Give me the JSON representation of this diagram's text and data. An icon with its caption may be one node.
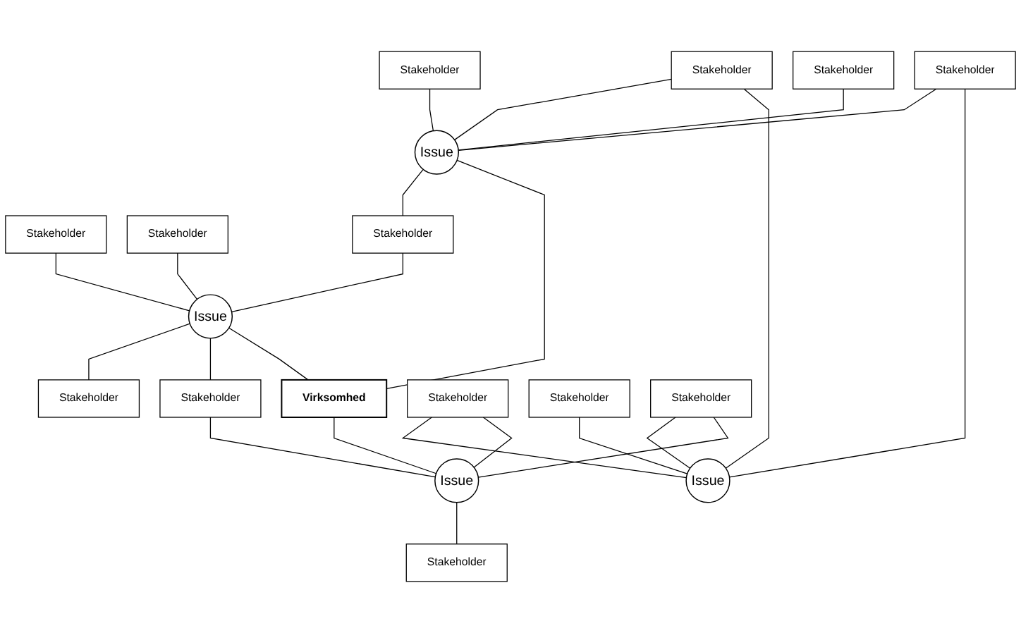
{
  "diagram": {
    "nodes": [
      {
        "text": [
          "Stakeholder"
        ]
      },
      {
        "text": [
          "Stakeholder"
        ]
      },
      {
        "text": [
          "Stakeholder"
        ]
      },
      {
        "text": [
          "Issue"
        ]
      },
      {
        "text": [
          "Stakeholder"
        ]
      },
      {
        "text": [
          "Stakeholder"
        ]
      },
      {
        "text": [
          "Issue"
        ]
      },
      {
        "text": [
          "Stakeholder"
        ]
      },
      {
        "text": [
          "Virksomhed"
        ]
      },
      {
        "text": [
          "Stakeholder"
        ]
      },
      {
        "text": [
          "Stakeholder"
        ]
      },
      {
        "text": [
          "Stakeholder"
        ]
      },
      {
        "text": [
          "Stakeholder"
        ]
      },
      {
        "text": [
          "Issue"
        ]
      },
      {
        "text": [
          "Issue"
        ]
      },
      {
        "text": [
          "Stakeholder"
        ]
      },
      {
        "text": [
          "Stakeholder"
        ]
      },
      {
        "text": [
          "Stakeholder"
        ]
      }
    ],
    "edges": [
      {
        "from": 2,
        "to": 6,
        "arrow": "none"
      },
      {
        "from": 4,
        "to": 6,
        "arrow": "none"
      },
      {
        "from": 6,
        "to": 5,
        "arrow": "none"
      },
      {
        "from": 5,
        "to": 3,
        "arrow": "none"
      },
      {
        "from": 0,
        "to": 3,
        "arrow": "none"
      },
      {
        "from": 1,
        "to": 3,
        "arrow": "none"
      },
      {
        "from": 3,
        "to": 7,
        "arrow": "none"
      },
      {
        "from": 3,
        "to": 11,
        "arrow": "none"
      },
      {
        "from": 11,
        "to": 14,
        "arrow": "none"
      },
      {
        "from": 6,
        "to": 8,
        "arrow": "none"
      },
      {
        "from": 3,
        "to": 8,
        "arrow": "none"
      },
      {
        "from": 8,
        "to": 14,
        "arrow": "none"
      },
      {
        "from": 9,
        "to": 6,
        "arrow": "none"
      },
      {
        "from": 9,
        "to": 13,
        "arrow": "none"
      },
      {
        "from": 10,
        "to": 6,
        "arrow": "none"
      },
      {
        "from": 10,
        "to": 13,
        "arrow": "none"
      },
      {
        "from": 12,
        "to": 13,
        "arrow": "none"
      },
      {
        "from": 12,
        "to": 14,
        "arrow": "none"
      },
      {
        "from": 14,
        "to": 15,
        "arrow": "none"
      },
      {
        "from": 16,
        "to": 13,
        "arrow": "none"
      },
      {
        "from": 17,
        "to": 13,
        "arrow": "none"
      },
      {
        "from": 17,
        "to": 14,
        "arrow": "none"
      }
    ]
  }
}
